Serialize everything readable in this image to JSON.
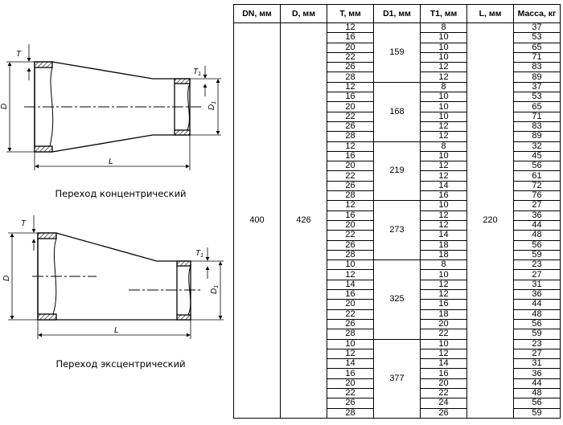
{
  "captions": {
    "concentric": "Переход концентрический",
    "eccentric": "Переход эксцентрический"
  },
  "dim_labels": {
    "T": "T",
    "T1": "T",
    "T1_sub": "1",
    "D": "D",
    "D1": "D",
    "D1_sub": "1",
    "L": "L"
  },
  "table": {
    "headers": [
      "DN, мм",
      "D, мм",
      "T, мм",
      "D1, мм",
      "T1, мм",
      "L, мм",
      "Масса, кг"
    ],
    "dn": "400",
    "d": "426",
    "l": "220",
    "groups": [
      {
        "d1": "159",
        "rows": [
          [
            "12",
            "8",
            "37"
          ],
          [
            "16",
            "10",
            "53"
          ],
          [
            "20",
            "10",
            "65"
          ],
          [
            "22",
            "10",
            "71"
          ],
          [
            "26",
            "12",
            "83"
          ],
          [
            "28",
            "12",
            "89"
          ]
        ]
      },
      {
        "d1": "168",
        "rows": [
          [
            "12",
            "8",
            "37"
          ],
          [
            "16",
            "10",
            "53"
          ],
          [
            "20",
            "10",
            "65"
          ],
          [
            "22",
            "10",
            "71"
          ],
          [
            "26",
            "12",
            "83"
          ],
          [
            "28",
            "12",
            "89"
          ]
        ]
      },
      {
        "d1": "219",
        "rows": [
          [
            "12",
            "8",
            "32"
          ],
          [
            "16",
            "10",
            "45"
          ],
          [
            "20",
            "12",
            "56"
          ],
          [
            "22",
            "12",
            "61"
          ],
          [
            "26",
            "14",
            "72"
          ],
          [
            "28",
            "16",
            "76"
          ]
        ]
      },
      {
        "d1": "273",
        "rows": [
          [
            "12",
            "10",
            "27"
          ],
          [
            "16",
            "12",
            "36"
          ],
          [
            "20",
            "12",
            "44"
          ],
          [
            "22",
            "14",
            "48"
          ],
          [
            "26",
            "18",
            "56"
          ],
          [
            "28",
            "18",
            "59"
          ]
        ]
      },
      {
        "d1": "325",
        "rows": [
          [
            "10",
            "8",
            "23"
          ],
          [
            "12",
            "10",
            "27"
          ],
          [
            "14",
            "12",
            "31"
          ],
          [
            "16",
            "12",
            "36"
          ],
          [
            "20",
            "16",
            "44"
          ],
          [
            "22",
            "18",
            "48"
          ],
          [
            "26",
            "20",
            "56"
          ],
          [
            "28",
            "22",
            "59"
          ]
        ]
      },
      {
        "d1": "377",
        "rows": [
          [
            "10",
            "10",
            "23"
          ],
          [
            "12",
            "12",
            "27"
          ],
          [
            "14",
            "14",
            "31"
          ],
          [
            "16",
            "16",
            "36"
          ],
          [
            "20",
            "20",
            "44"
          ],
          [
            "22",
            "22",
            "48"
          ],
          [
            "26",
            "24",
            "56"
          ],
          [
            "28",
            "26",
            "59"
          ]
        ]
      }
    ]
  }
}
